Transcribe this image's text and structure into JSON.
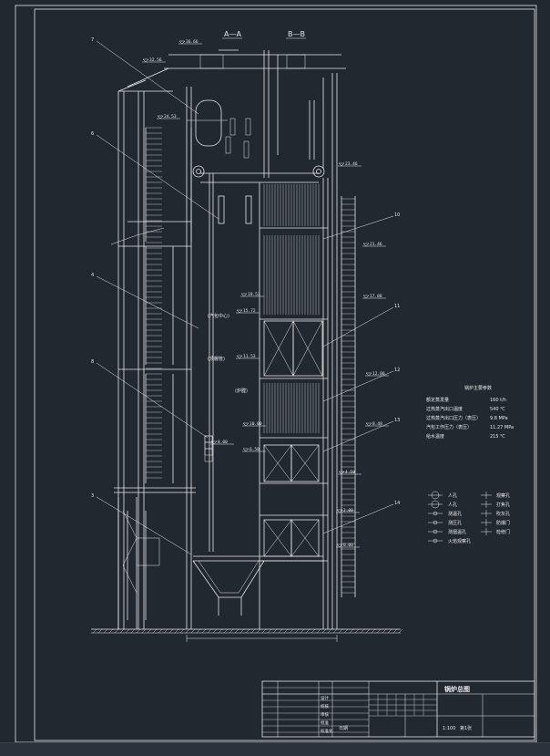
{
  "section_labels": {
    "a": "A—A",
    "b": "B—B"
  },
  "callouts": [
    "7",
    "6",
    "4",
    "8",
    "3",
    "10",
    "11",
    "12",
    "13",
    "14"
  ],
  "elevations": [
    "36.66",
    "32.56",
    "24.53",
    "23.46",
    "21.46",
    "19.53",
    "17.88",
    "15.72",
    "12.86",
    "11.53",
    "10.00",
    "8.48",
    "8.00",
    "6.50",
    "4.50",
    "2.00",
    "0.00"
  ],
  "inner_labels": [
    "(汽包中心)",
    "(顶棚管)",
    "(炉膛)"
  ],
  "params": {
    "title": "锅炉主要参数",
    "rows": [
      {
        "label": "额定蒸发量",
        "value": "160 t/h"
      },
      {
        "label": "过热蒸汽出口温度",
        "value": "540 ℃"
      },
      {
        "label": "过热蒸汽出口压力（表压）",
        "value": "9.8 MPa"
      },
      {
        "label": "汽包工作压力（表压）",
        "value": "11.27 MPa"
      },
      {
        "label": "给水温度",
        "value": "215 ℃"
      }
    ]
  },
  "legend": {
    "left": [
      "人孔",
      "人孔",
      "测温孔",
      "测压孔",
      "测烟温孔",
      "火焰观察孔"
    ],
    "right": [
      "观察孔",
      "打焦孔",
      "吹灰孔",
      "防爆门",
      "检修门"
    ]
  },
  "title_block": {
    "drawing_title": "锅炉总图",
    "scale_label": "1:100",
    "sheet_label": "第1张",
    "design_rows": [
      "设计",
      "校核",
      "审核",
      "批准",
      "标准化"
    ],
    "date_label": "日期"
  }
}
